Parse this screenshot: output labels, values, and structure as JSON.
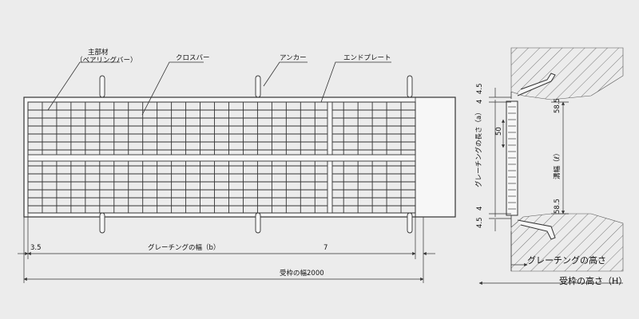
{
  "colors": {
    "background": "#ececec",
    "line": "#333333",
    "frame_fill": "#f7f7f7",
    "bar_fill": "#e8e8e8"
  },
  "plan": {
    "callouts": {
      "main_bar_line1": "主部材",
      "main_bar_line2": "（ベアリングバー）",
      "cross_bar": "クロスバー",
      "anchor": "アンカー",
      "end_plate": "エンドプレート"
    },
    "dims": {
      "left_offset": "3.5",
      "right_offset": "7",
      "grating_width": "グレーチングの幅（b）",
      "frame_width": "受枠の幅2000"
    }
  },
  "section": {
    "dims": {
      "top_4_5": "4.5",
      "top_4": "4",
      "top_58_5": "58.5",
      "gap_50": "50",
      "bot_4": "4",
      "bot_4_5": "4.5",
      "bot_58_5": "58.5",
      "grating_length": "グレーチングの長さ（a）",
      "channel_width": "溝幅（ℓ）",
      "grating_height": "グレーチングの高さ",
      "frame_height": "受枠の高さ（H）"
    }
  }
}
